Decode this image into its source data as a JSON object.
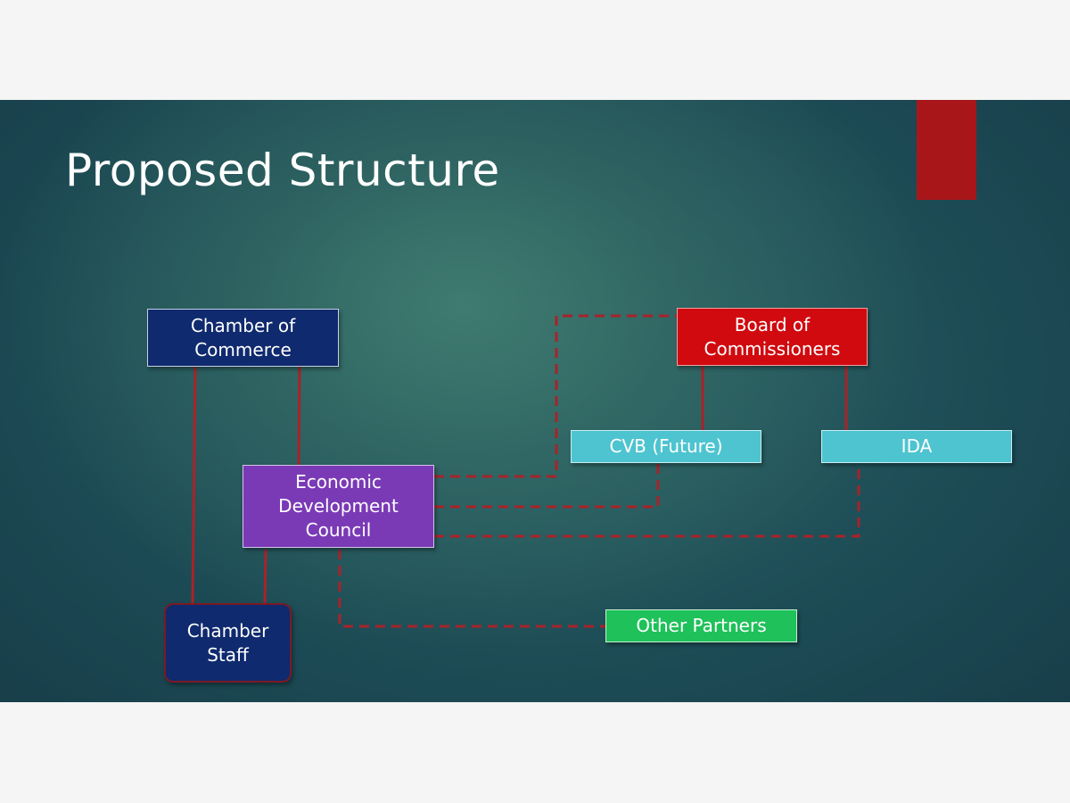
{
  "slide": {
    "title": "Proposed Structure"
  },
  "nodes": {
    "chamber_of_commerce": "Chamber of\nCommerce",
    "board_of_commissioners": "Board of\nCommissioners",
    "cvb": "CVB (Future)",
    "ida": "IDA",
    "economic_development_council": "Economic\nDevelopment\nCouncil",
    "chamber_staff": "Chamber\nStaff",
    "other_partners": "Other Partners"
  },
  "edges": [
    {
      "from": "chamber_of_commerce",
      "to": "chamber_staff",
      "style": "solid"
    },
    {
      "from": "chamber_of_commerce",
      "to": "economic_development_council",
      "style": "solid"
    },
    {
      "from": "economic_development_council",
      "to": "chamber_staff",
      "style": "solid"
    },
    {
      "from": "board_of_commissioners",
      "to": "cvb",
      "style": "solid"
    },
    {
      "from": "board_of_commissioners",
      "to": "ida",
      "style": "solid"
    },
    {
      "from": "economic_development_council",
      "to": "board_of_commissioners",
      "style": "dashed"
    },
    {
      "from": "economic_development_council",
      "to": "cvb",
      "style": "dashed"
    },
    {
      "from": "economic_development_council",
      "to": "ida",
      "style": "dashed"
    },
    {
      "from": "economic_development_council",
      "to": "other_partners",
      "style": "dashed"
    }
  ],
  "colors": {
    "accent_bar": "#a8161a",
    "connector": "#a8232a",
    "chamber": "#0f2a6e",
    "board": "#d00a0f",
    "cyan_box": "#4ec4d0",
    "edc": "#7a3ab6",
    "partners": "#1fc15a"
  }
}
